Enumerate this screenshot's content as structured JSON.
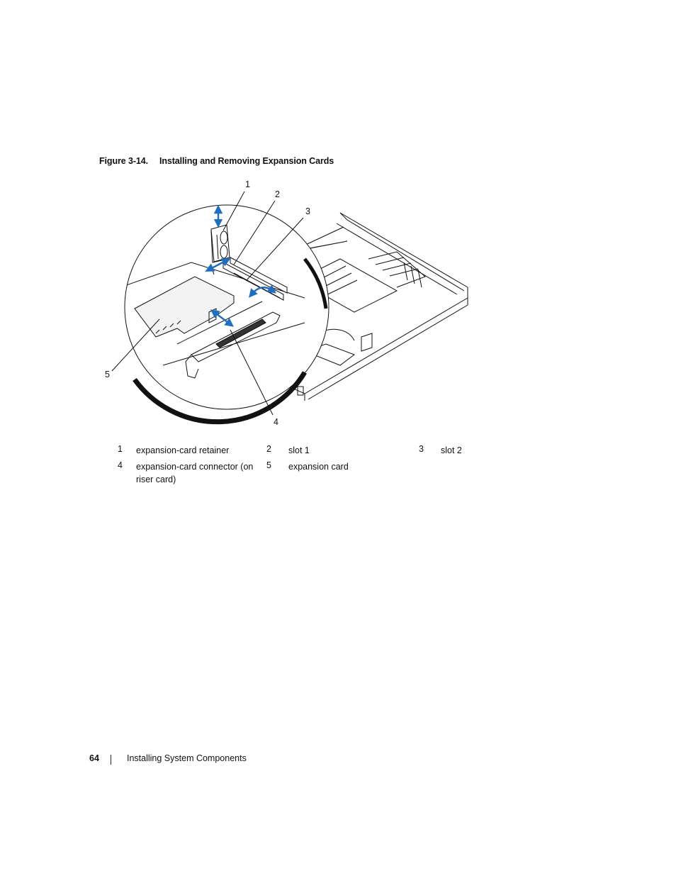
{
  "figure": {
    "label": "Figure 3-14.",
    "title": "Installing and Removing Expansion Cards",
    "callouts": [
      "1",
      "2",
      "3",
      "4",
      "5"
    ]
  },
  "legend": [
    {
      "num": "1",
      "text": "expansion-card retainer"
    },
    {
      "num": "2",
      "text": "slot 1"
    },
    {
      "num": "3",
      "text": "slot 2"
    },
    {
      "num": "4",
      "text": "expansion-card connector (on riser card)"
    },
    {
      "num": "5",
      "text": "expansion card"
    }
  ],
  "footer": {
    "page_number": "64",
    "section": "Installing System Components"
  },
  "colors": {
    "arrow": "#1f6fc0",
    "line": "#111111"
  }
}
